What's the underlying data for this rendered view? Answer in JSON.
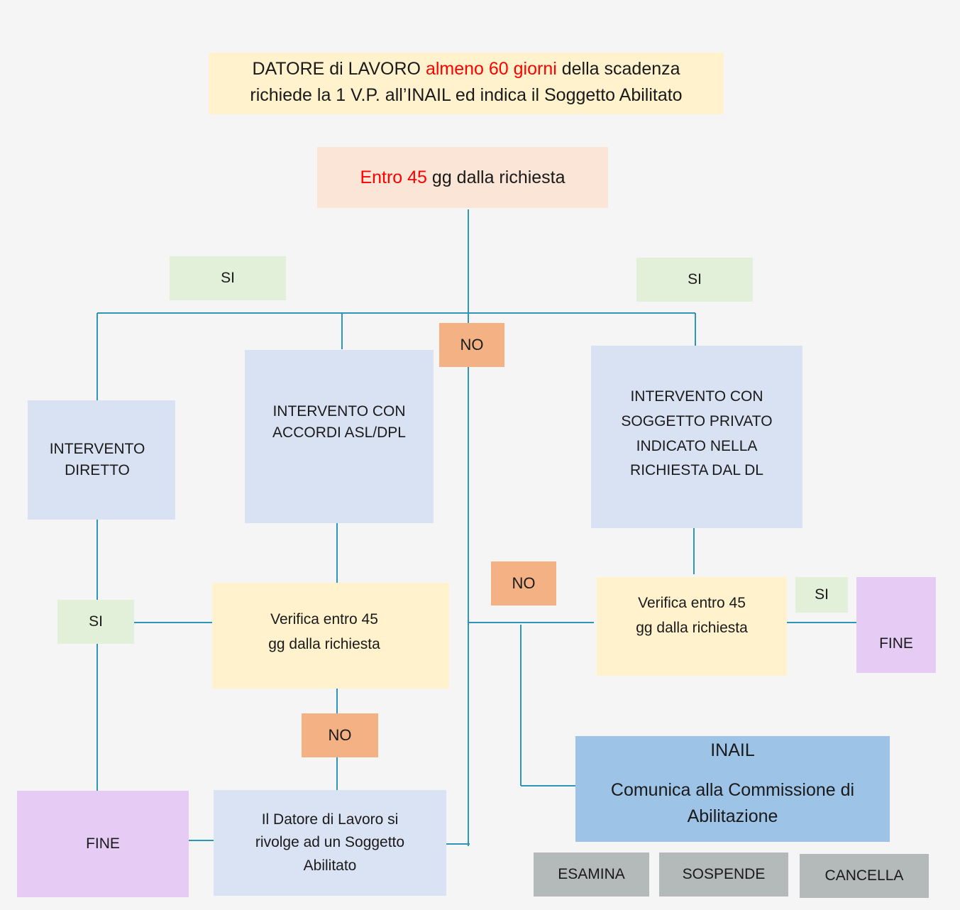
{
  "colors": {
    "connector": "#2e95b8",
    "highlight": "#ff0000"
  },
  "header": {
    "line1_a": "DATORE di LAVORO ",
    "line1_red": "almeno 60 giorni",
    "line1_b": " della scadenza",
    "line2": "richiede la 1 V.P. all’INAIL ed indica il Soggetto Abilitato"
  },
  "deadline": {
    "red": "Entro 45",
    "rest": " gg dalla richiesta"
  },
  "labels": {
    "si_left": "SI",
    "si_right": "SI",
    "no_top": "NO",
    "si_mid_left": "SI",
    "no_mid": "NO",
    "si_right_small": "SI",
    "no_bottom": "NO"
  },
  "interventions": {
    "direct": [
      "INTERVENTO",
      "DIRETTO"
    ],
    "asl": [
      "INTERVENTO CON",
      "ACCORDI ASL/DPL"
    ],
    "private": [
      "INTERVENTO CON",
      "SOGGETTO PRIVATO",
      "INDICATO NELLA",
      "RICHIESTA DAL DL"
    ]
  },
  "verify_left": [
    "Verifica entro 45",
    "gg dalla richiesta"
  ],
  "verify_right": [
    "Verifica entro 45",
    "gg dalla richiesta"
  ],
  "end": {
    "right": "FINE",
    "left": "FINE"
  },
  "employer_box": [
    "Il Datore di Lavoro si",
    "rivolge ad un Soggetto",
    "Abilitato"
  ],
  "inail": {
    "title": "INAIL",
    "text": [
      "Comunica alla Commissione di",
      "Abilitazione"
    ]
  },
  "actions": [
    "ESAMINA",
    "SOSPENDE",
    "CANCELLA"
  ]
}
